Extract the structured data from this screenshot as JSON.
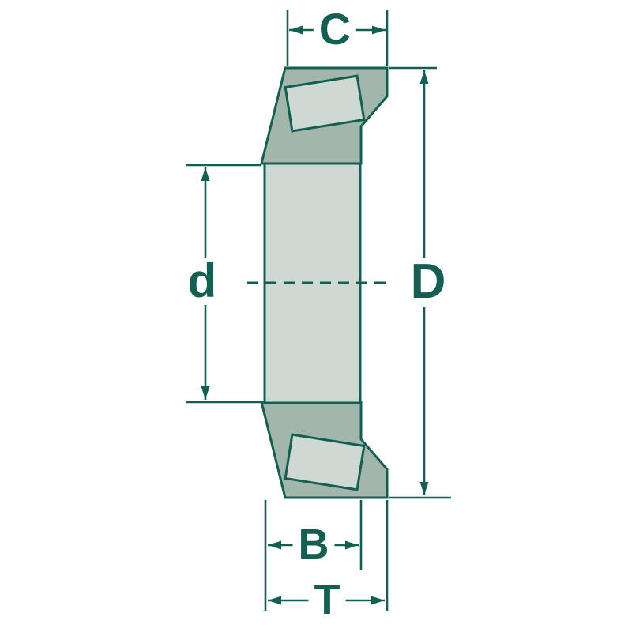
{
  "diagram": {
    "labels": {
      "cup_width": "C",
      "outer_diameter": "D",
      "bore_diameter": "d",
      "cone_width": "B",
      "total_width": "T"
    },
    "colors": {
      "line": "#155e52",
      "fill_dark": "#a2b6ab",
      "fill_light": "#cfd9d3",
      "background": "#ffffff"
    }
  }
}
